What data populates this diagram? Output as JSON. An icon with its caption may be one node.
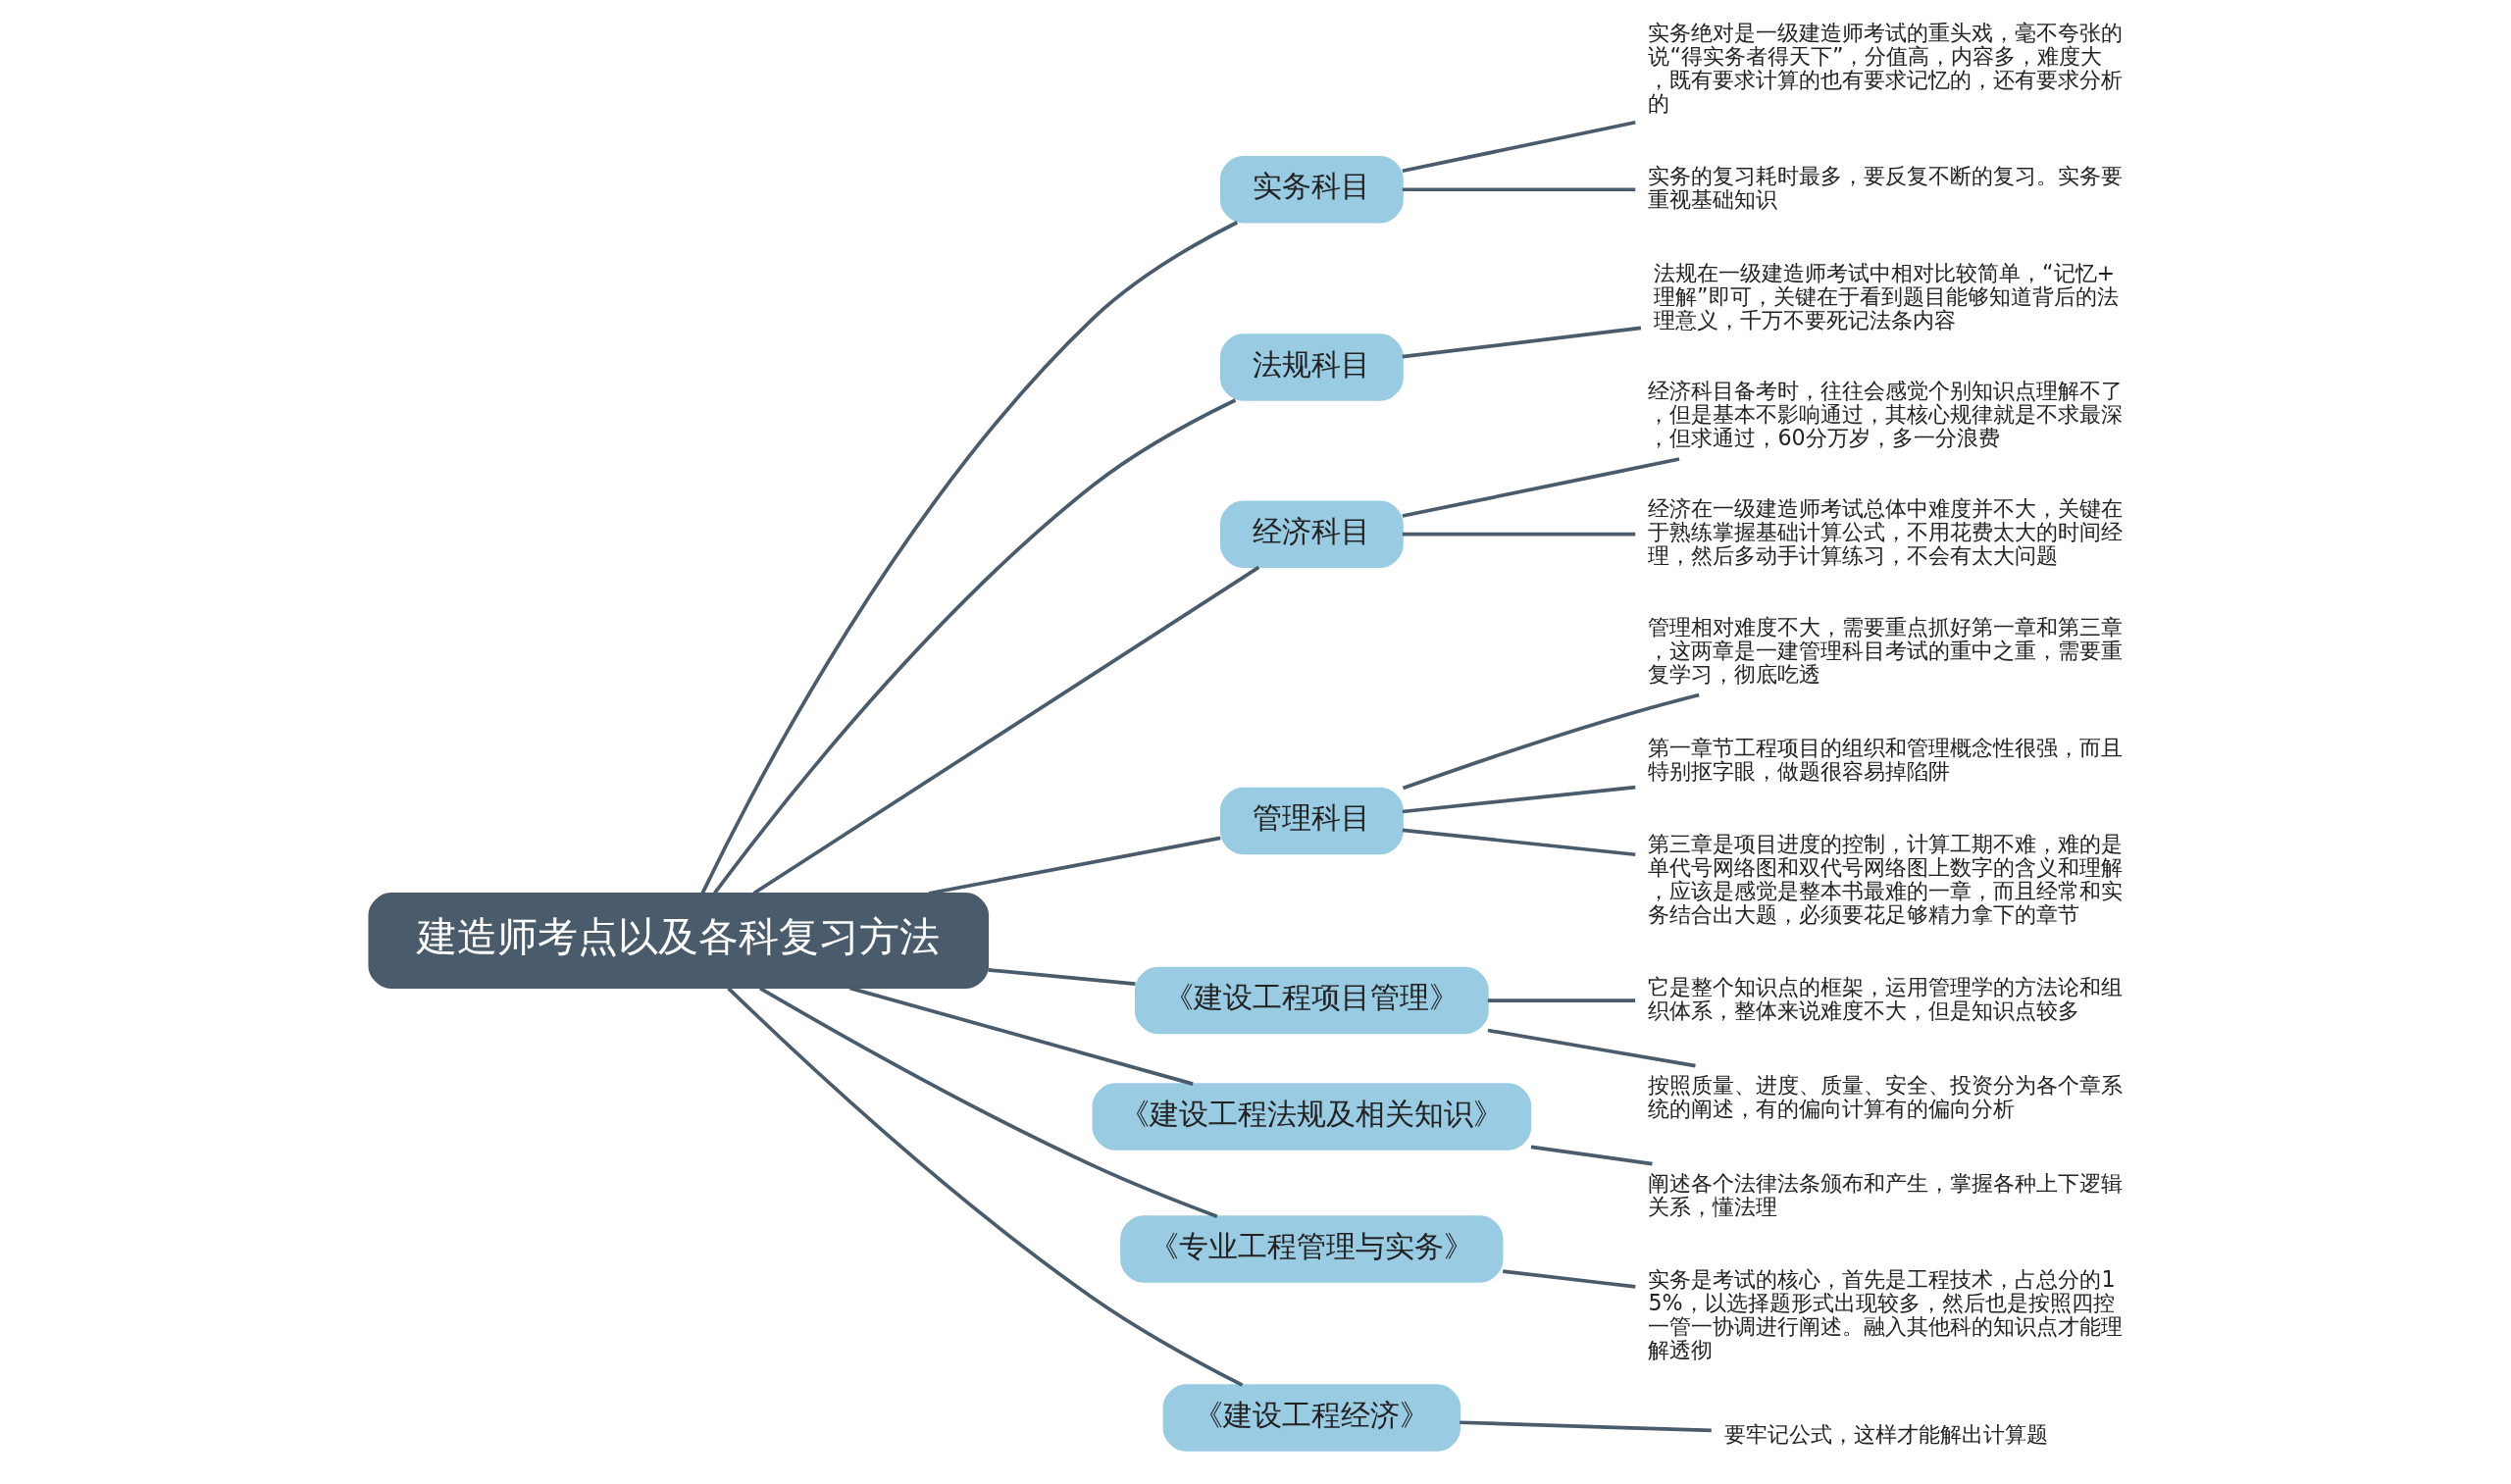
{
  "diagram": {
    "nodes": [
      {
        "text": [
          "建造师考点以及各科复习方法"
        ]
      },
      {
        "text": [
          "实务科目"
        ]
      },
      {
        "text": [
          "实务绝对是一级建造师考试的重头戏，毫不夸张的说“得实务者得天下”，分值高，内容多，难度大，既有要求计算的也有要求记忆的，还有要求分析的"
        ]
      },
      {
        "text": [
          "实务的复习耗时最多，要反复不断的复习。实务要重视基础知识"
        ]
      },
      {
        "text": [
          "法规科目"
        ]
      },
      {
        "text": [
          "法规在一级建造师考试中相对比较简单，“记忆+理解”即可，关键在于看到题目能够知道背后的法理意义，千万不要死记法条内容"
        ]
      },
      {
        "text": [
          "经济科目"
        ]
      },
      {
        "text": [
          "经济科目备考时，往往会感觉个别知识点理解不了，但是基本不影响通过，其核心规律就是不求最深，但求通过，60分万岁，多一分浪费"
        ]
      },
      {
        "text": [
          "经济在一级建造师考试总体中难度并不大，关键在于熟练掌握基础计算公式，不用花费太大的时间经理，然后多动手计算练习，不会有太大问题"
        ]
      },
      {
        "text": [
          "管理科目"
        ]
      },
      {
        "text": [
          "管理相对难度不大，需要重点抓好第一章和第三章，这两章是一建管理科目考试的重中之重，需要重复学习，彻底吃透"
        ]
      },
      {
        "text": [
          "第一章节工程项目的组织和管理概念性很强，而且特别抠字眼，做题很容易掉陷阱"
        ]
      },
      {
        "text": [
          "第三章是项目进度的控制，计算工期不难，难的是单代号网络图和双代号网络图上数字的含义和理解，应该是感觉是整本书最难的一章，而且经常和实务结合出大题，必须要花足够精力拿下的章节"
        ]
      },
      {
        "text": [
          "《建设工程项目管理》"
        ]
      },
      {
        "text": [
          "它是整个知识点的框架，运用管理学的方法论和组织体系，整体来说难度不大，但是知识点较多"
        ]
      },
      {
        "text": [
          "按照质量、进度、质量、安全、投资分为各个章系统的阐述，有的偏向计算有的偏向分析"
        ]
      },
      {
        "text": [
          "《建设工程法规及相关知识》"
        ]
      },
      {
        "text": [
          "阐述各个法律法条颁布和产生，掌握各种上下逻辑关系，懂法理"
        ]
      },
      {
        "text": [
          "《专业工程管理与实务》"
        ]
      },
      {
        "text": [
          "实务是考试的核心，首先是工程技术，占总分的15%，以选择题形式出现较多，然后也是按照四控一管一协调进行阐述。融入其他科的知识点才能理解透彻"
        ]
      },
      {
        "text": [
          "《建设工程经济》"
        ]
      },
      {
        "text": [
          "要牢记公式，这样才能解出计算题"
        ]
      }
    ],
    "edges": [
      {
        "from": 0,
        "to": 1,
        "arrow": "none"
      },
      {
        "from": 1,
        "to": 2,
        "arrow": "none"
      },
      {
        "from": 1,
        "to": 3,
        "arrow": "none"
      },
      {
        "from": 0,
        "to": 4,
        "arrow": "none"
      },
      {
        "from": 4,
        "to": 5,
        "arrow": "none"
      },
      {
        "from": 0,
        "to": 6,
        "arrow": "none"
      },
      {
        "from": 6,
        "to": 7,
        "arrow": "none"
      },
      {
        "from": 6,
        "to": 8,
        "arrow": "none"
      },
      {
        "from": 0,
        "to": 9,
        "arrow": "none"
      },
      {
        "from": 9,
        "to": 10,
        "arrow": "none"
      },
      {
        "from": 9,
        "to": 11,
        "arrow": "none"
      },
      {
        "from": 9,
        "to": 12,
        "arrow": "none"
      },
      {
        "from": 0,
        "to": 13,
        "arrow": "none"
      },
      {
        "from": 13,
        "to": 14,
        "arrow": "none"
      },
      {
        "from": 13,
        "to": 15,
        "arrow": "none"
      },
      {
        "from": 0,
        "to": 16,
        "arrow": "none"
      },
      {
        "from": 16,
        "to": 17,
        "arrow": "none"
      },
      {
        "from": 0,
        "to": 18,
        "arrow": "none"
      },
      {
        "from": 18,
        "to": 19,
        "arrow": "none"
      },
      {
        "from": 0,
        "to": 20,
        "arrow": "none"
      },
      {
        "from": 20,
        "to": 21,
        "arrow": "none"
      }
    ]
  }
}
